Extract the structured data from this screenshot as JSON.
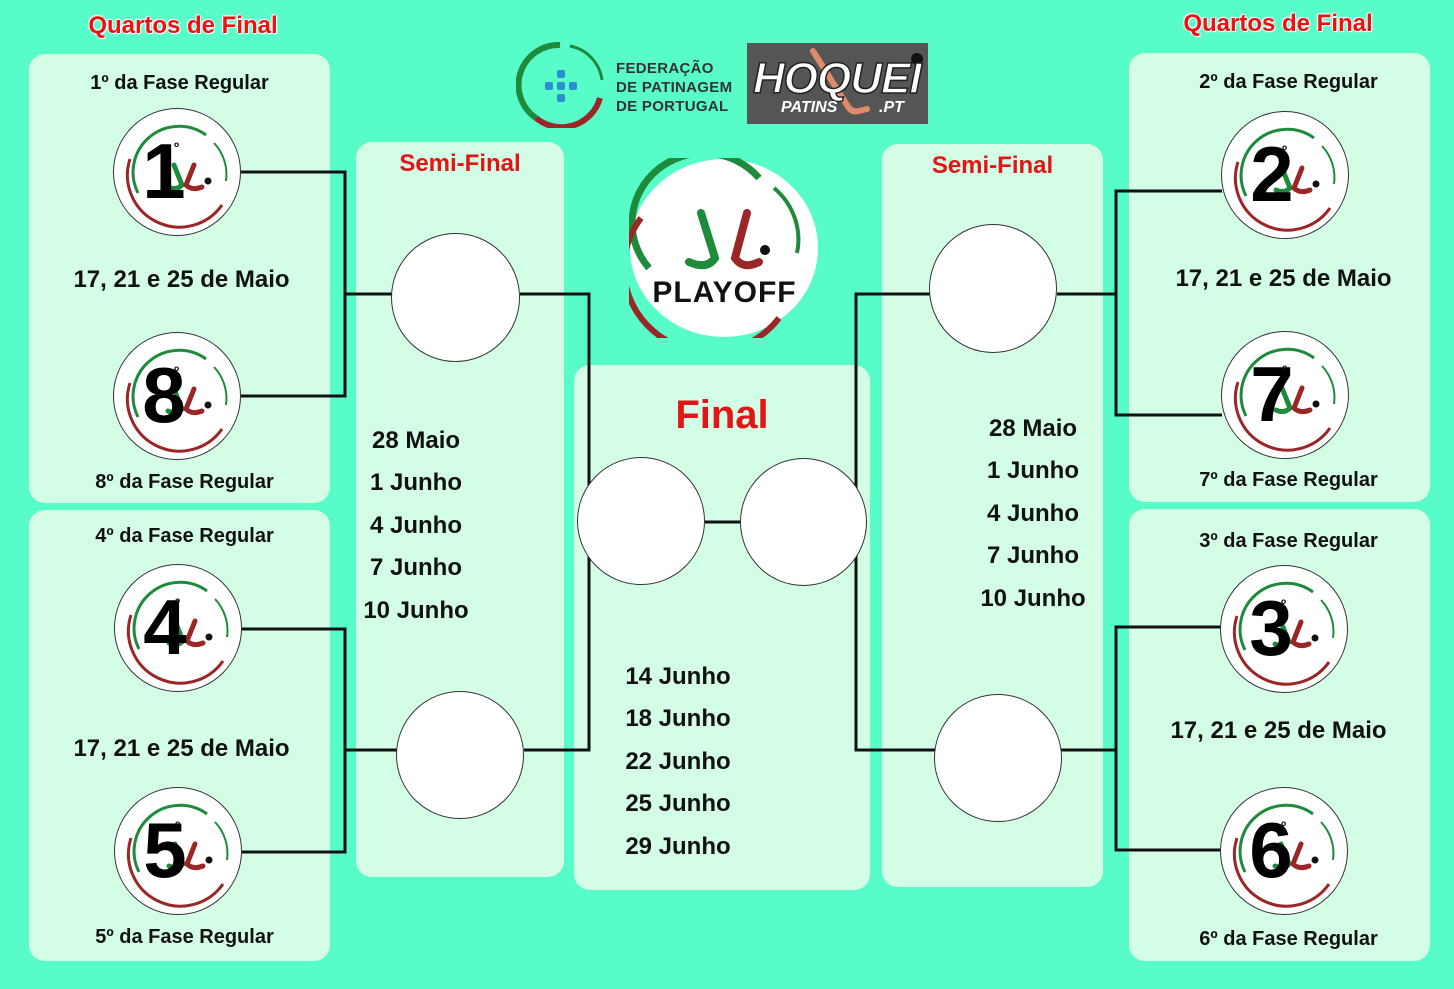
{
  "quarters": {
    "left_title": "Quartos de Final",
    "right_title": "Quartos de Final",
    "dates": "17, 21 e 25 de Maio",
    "seeds": [
      {
        "num": "1",
        "label": "1º da Fase Regular"
      },
      {
        "num": "8",
        "label": "8º da Fase Regular"
      },
      {
        "num": "4",
        "label": "4º da Fase Regular"
      },
      {
        "num": "5",
        "label": "5º da Fase Regular"
      },
      {
        "num": "2",
        "label": "2º da Fase Regular"
      },
      {
        "num": "7",
        "label": "7º da Fase Regular"
      },
      {
        "num": "3",
        "label": "3º da Fase Regular"
      },
      {
        "num": "6",
        "label": "6º da Fase Regular"
      }
    ]
  },
  "semifinal": {
    "title": "Semi-Final",
    "dates": [
      "28 Maio",
      "1 Junho",
      "4 Junho",
      "7 Junho",
      "10 Junho"
    ]
  },
  "final": {
    "title": "Final",
    "dates": [
      "14 Junho",
      "18 Junho",
      "22 Junho",
      "25 Junho",
      "29 Junho"
    ]
  },
  "logos": {
    "federation": [
      "FEDERAÇÃO",
      "DE PATINAGEM",
      "DE PORTUGAL"
    ],
    "hoquei_main": "HOQUEI",
    "hoquei_sub": "PATINS",
    "hoquei_pt": ".PT",
    "playoff": "PLAYOFF",
    "seed_ordinal": "º"
  },
  "colors": {
    "background": "#58fcc8",
    "panel": "#d4fde6",
    "title_red": "#e21616",
    "logo_green": "#1e8a3c",
    "logo_red": "#a02020"
  }
}
